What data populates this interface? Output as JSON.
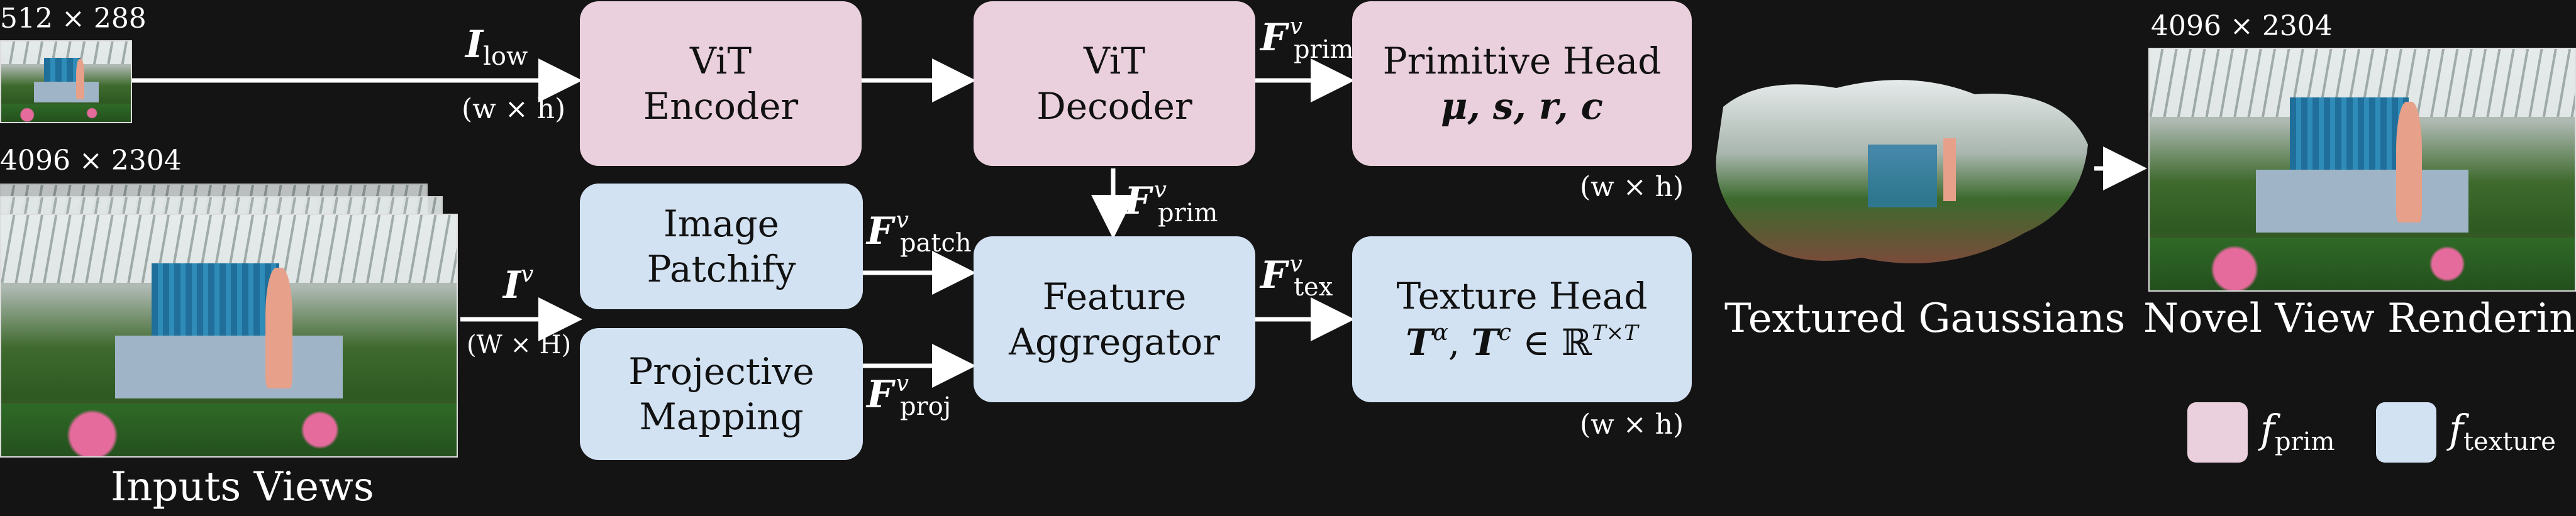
{
  "inputs": {
    "low_res_label": "512 × 288",
    "high_res_label": "4096 × 2304",
    "caption": "Inputs Views"
  },
  "edges": {
    "i_low": {
      "symbol": "I",
      "sub": "low",
      "dim": "(w × h)"
    },
    "i_v": {
      "symbol": "I",
      "sup": "v",
      "dim": "(W × H)"
    },
    "f_prim_top": {
      "symbol": "F",
      "sup": "v",
      "sub": "prim"
    },
    "f_prim_down": {
      "symbol": "F",
      "sup": "v",
      "sub": "prim"
    },
    "f_patch": {
      "symbol": "F",
      "sup": "v",
      "sub": "patch"
    },
    "f_proj": {
      "symbol": "F",
      "sup": "v",
      "sub": "proj"
    },
    "f_tex": {
      "symbol": "F",
      "sup": "v",
      "sub": "tex"
    }
  },
  "boxes": {
    "vit_encoder": {
      "line1": "ViT",
      "line2": "Encoder"
    },
    "vit_decoder": {
      "line1": "ViT",
      "line2": "Decoder"
    },
    "primitive_head": {
      "title": "Primitive Head",
      "params": "μ, s, r, c",
      "dim": "(w × h)"
    },
    "image_patchify": {
      "line1": "Image",
      "line2": "Patchify"
    },
    "projective_mapping": {
      "line1": "Projective",
      "line2": "Mapping"
    },
    "feature_aggregator": {
      "line1": "Feature",
      "line2": "Aggregator"
    },
    "texture_head": {
      "title": "Texture Head",
      "params": "T",
      "dim": "(w × h)"
    }
  },
  "outputs": {
    "textured_caption": "Textured Gaussians",
    "render_res_label": "4096 × 2304",
    "render_caption": "Novel View Rendering"
  },
  "legend": {
    "prim": {
      "symbol": "f",
      "sub": "prim",
      "color": "#ead0dc"
    },
    "texture": {
      "symbol": "f",
      "sub": "texture",
      "color": "#d2e2f2"
    }
  }
}
